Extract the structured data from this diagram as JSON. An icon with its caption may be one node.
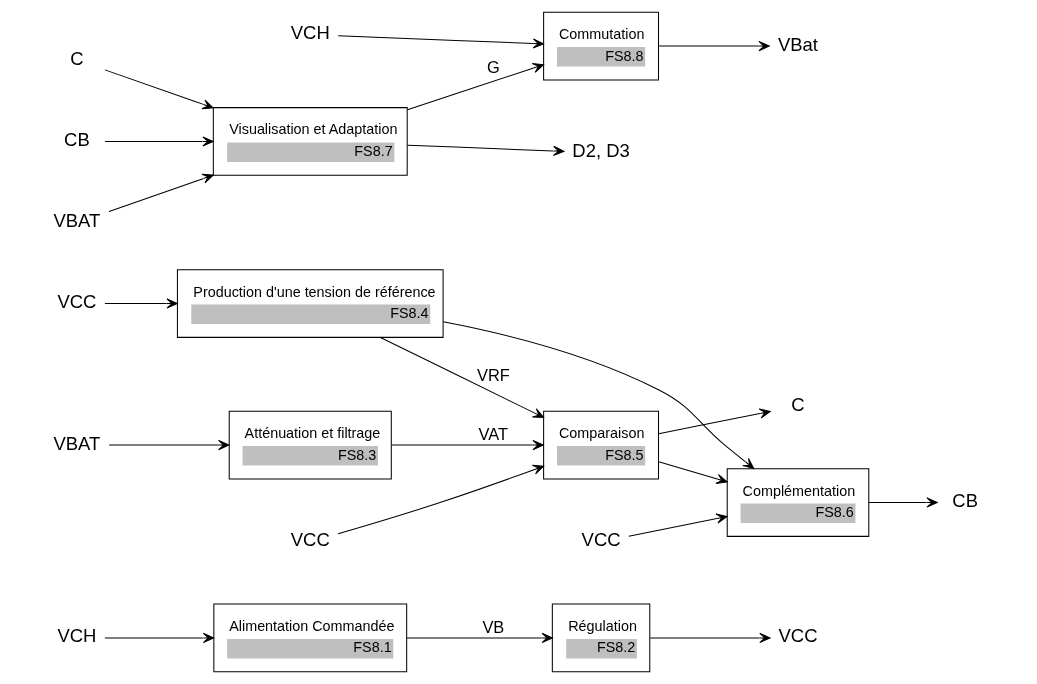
{
  "diagram": {
    "nodes": [
      {
        "text": [
          "Alimentation Commandée",
          "FS8.1"
        ]
      },
      {
        "text": [
          "Régulation",
          "FS8.2"
        ]
      },
      {
        "text": [
          "Atténuation et filtrage",
          "FS8.3"
        ]
      },
      {
        "text": [
          "Production d'une tension de référence",
          "FS8.4"
        ]
      },
      {
        "text": [
          "Comparaison",
          "FS8.5"
        ]
      },
      {
        "text": [
          "Complémentation",
          "FS8.6"
        ]
      },
      {
        "text": [
          "Visualisation et Adaptation",
          "FS8.7"
        ]
      },
      {
        "text": [
          "Commutation",
          "FS8.8"
        ]
      },
      {
        "text": [
          "VCH"
        ]
      },
      {
        "text": [
          "VCC"
        ]
      },
      {
        "text": [
          "VBAT"
        ]
      },
      {
        "text": [
          "VCC"
        ]
      },
      {
        "text": [
          "VCC"
        ]
      },
      {
        "text": [
          "C"
        ]
      },
      {
        "text": [
          "VCC"
        ]
      },
      {
        "text": [
          "CB"
        ]
      },
      {
        "text": [
          "C"
        ]
      },
      {
        "text": [
          "CB"
        ]
      },
      {
        "text": [
          "VBAT"
        ]
      },
      {
        "text": [
          "VCH"
        ]
      },
      {
        "text": [
          "VBat"
        ]
      },
      {
        "text": [
          "D2, D3"
        ]
      }
    ],
    "edges": [
      {
        "from": 8,
        "to": 0,
        "arrow": "to"
      },
      {
        "from": 0,
        "to": 1,
        "arrow": "to",
        "label": "VB"
      },
      {
        "from": 1,
        "to": 9,
        "arrow": "to"
      },
      {
        "from": 10,
        "to": 2,
        "arrow": "to"
      },
      {
        "from": 2,
        "to": 4,
        "arrow": "to",
        "label": "VAT"
      },
      {
        "from": 11,
        "to": 3,
        "arrow": "to"
      },
      {
        "from": 12,
        "to": 4,
        "arrow": "to"
      },
      {
        "from": 3,
        "to": 4,
        "arrow": "to",
        "label": "VRF"
      },
      {
        "from": 3,
        "to": 5,
        "arrow": "to"
      },
      {
        "from": 4,
        "to": 13,
        "arrow": "to"
      },
      {
        "from": 4,
        "to": 5,
        "arrow": "to"
      },
      {
        "from": 14,
        "to": 5,
        "arrow": "to"
      },
      {
        "from": 5,
        "to": 15,
        "arrow": "to"
      },
      {
        "from": 16,
        "to": 6,
        "arrow": "to"
      },
      {
        "from": 17,
        "to": 6,
        "arrow": "to"
      },
      {
        "from": 18,
        "to": 6,
        "arrow": "to"
      },
      {
        "from": 6,
        "to": 7,
        "arrow": "to",
        "label": "G"
      },
      {
        "from": 19,
        "to": 7,
        "arrow": "to"
      },
      {
        "from": 7,
        "to": 20,
        "arrow": "to"
      },
      {
        "from": 6,
        "to": 21,
        "arrow": "to"
      }
    ]
  }
}
